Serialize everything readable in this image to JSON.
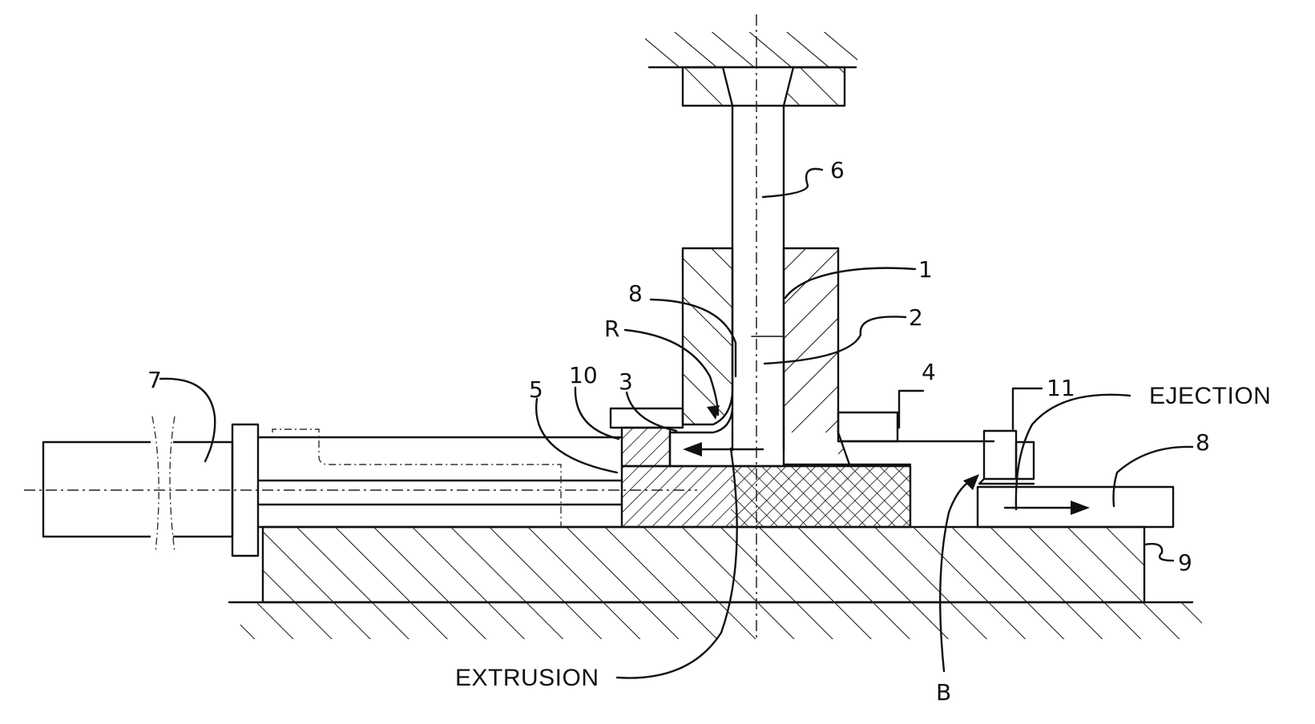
{
  "labels": {
    "l1": "1",
    "l2": "2",
    "l3": "3",
    "l4": "4",
    "l5": "5",
    "l6": "6",
    "l7": "7",
    "l8a": "8",
    "l8b": "8",
    "l9": "9",
    "l10": "10",
    "l11": "11",
    "lR": "R",
    "lB": "B",
    "extrusion": "EXTRUSION",
    "ejection": "EJECTION"
  }
}
